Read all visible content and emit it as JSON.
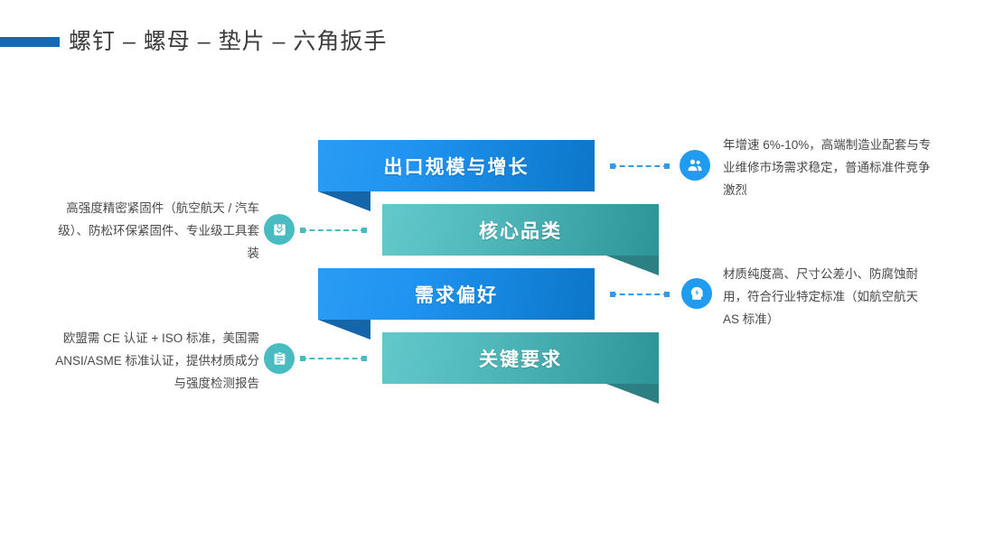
{
  "title": {
    "text": "螺钉 – 螺母 – 垫片 – 六角扳手",
    "bar_color": "#1668b3"
  },
  "colors": {
    "blue_light": "#2a9cf5",
    "blue_dark": "#0c76c8",
    "blue_fold": "#1565ab",
    "teal_light": "#63c9cb",
    "teal_dark": "#2d9497",
    "teal_fold": "#2c8083",
    "text_gray": "#4a4a4a"
  },
  "items": [
    {
      "label": "出口规模与增长",
      "theme": "blue",
      "side": "right",
      "icon": "users-icon",
      "description": "年增速 6%-10%，高端制造业配套与专业维修市场需求稳定，普通标准件竞争激烈"
    },
    {
      "label": "核心品类",
      "theme": "teal",
      "side": "left",
      "icon": "shopping-bag-check-icon",
      "description": "高强度精密紧固件（航空航天 / 汽车级）、防松环保紧固件、专业级工具套装"
    },
    {
      "label": "需求偏好",
      "theme": "blue",
      "side": "right",
      "icon": "mind-idea-icon",
      "description": "材质纯度高、尺寸公差小、防腐蚀耐用，符合行业特定标准（如航空航天 AS 标准）"
    },
    {
      "label": "关键要求",
      "theme": "teal",
      "side": "left",
      "icon": "clipboard-icon",
      "description": "欧盟需 CE 认证 + ISO 标准，美国需 ANSI/ASME 标准认证，提供材质成分与强度检测报告"
    }
  ]
}
